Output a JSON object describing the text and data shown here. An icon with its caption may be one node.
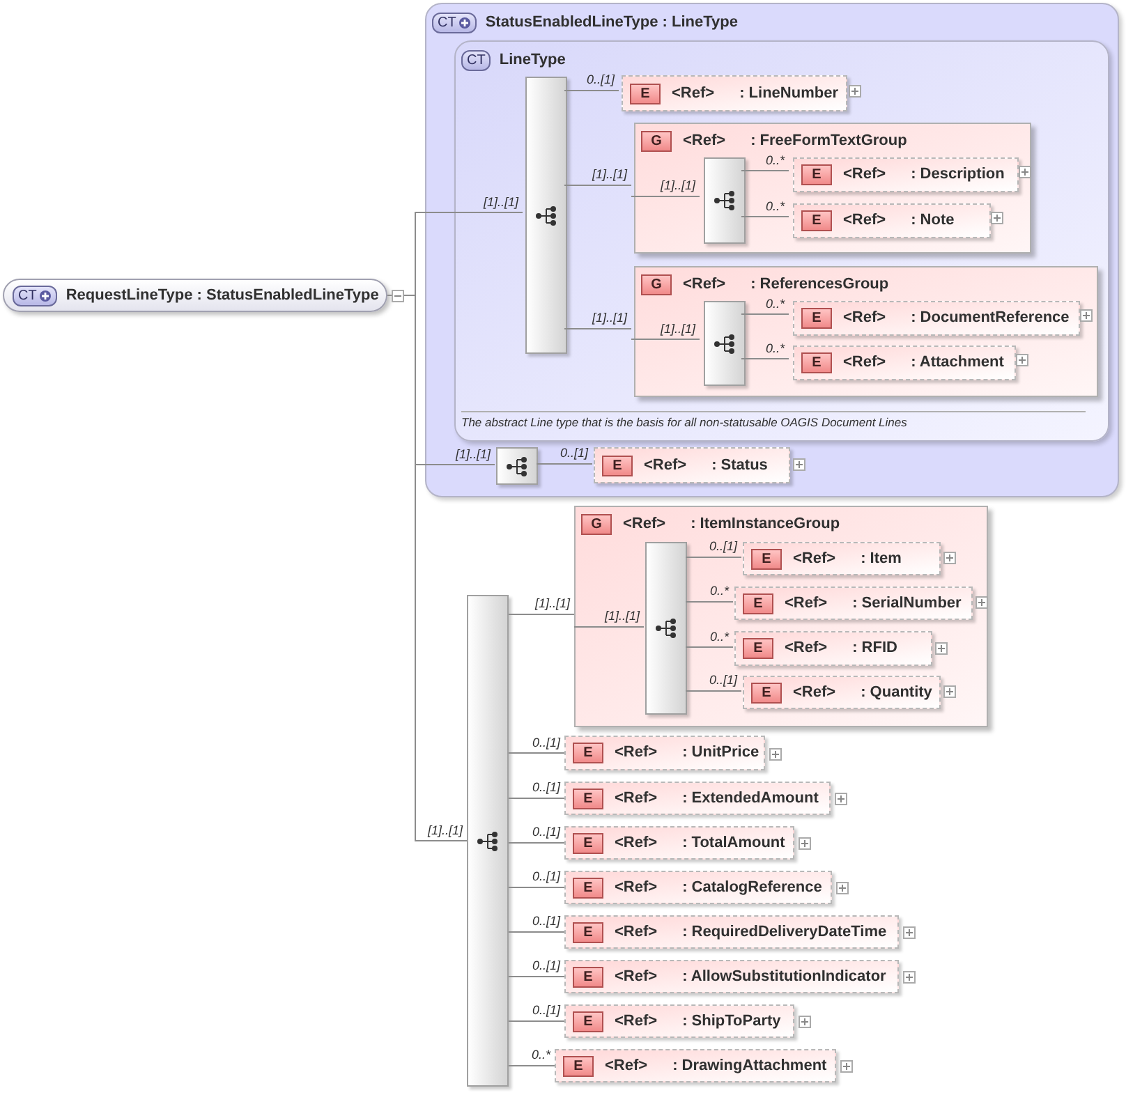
{
  "diagram": {
    "nodes": [
      {
        "text": [
          "CT",
          "RequestLineType : StatusEnabledLineType"
        ]
      },
      {
        "text": [
          "CT",
          "StatusEnabledLineType : LineType"
        ]
      },
      {
        "text": [
          "CT",
          "LineType",
          "The abstract Line type that is the basis for all non-statusable OAGIS Document Lines"
        ],
        "in": 1
      },
      {
        "text": [],
        "shape": "box",
        "in": 2
      },
      {
        "text": [
          "E",
          "<Ref>",
          ": LineNumber"
        ],
        "in": 2
      },
      {
        "text": [
          "G",
          "<Ref>",
          ": FreeFormTextGroup"
        ],
        "in": 2
      },
      {
        "text": [],
        "shape": "box",
        "in": 5
      },
      {
        "text": [
          "E",
          "<Ref>",
          ": Description"
        ],
        "in": 5
      },
      {
        "text": [
          "E",
          "<Ref>",
          ": Note"
        ],
        "in": 5
      },
      {
        "text": [
          "G",
          "<Ref>",
          ": ReferencesGroup"
        ],
        "in": 2
      },
      {
        "text": [],
        "shape": "box",
        "in": 9
      },
      {
        "text": [
          "E",
          "<Ref>",
          ": DocumentReference"
        ],
        "in": 9
      },
      {
        "text": [
          "E",
          "<Ref>",
          ": Attachment"
        ],
        "in": 9
      },
      {
        "text": [],
        "shape": "box",
        "in": 1
      },
      {
        "text": [
          "E",
          "<Ref>",
          ": Status"
        ],
        "in": 1
      },
      {
        "text": [],
        "shape": "box"
      },
      {
        "text": [
          "G",
          "<Ref>",
          ": ItemInstanceGroup"
        ]
      },
      {
        "text": [],
        "shape": "box",
        "in": 16
      },
      {
        "text": [
          "E",
          "<Ref>",
          ": Item"
        ],
        "in": 16
      },
      {
        "text": [
          "E",
          "<Ref>",
          ": SerialNumber"
        ],
        "in": 16
      },
      {
        "text": [
          "E",
          "<Ref>",
          ": RFID"
        ],
        "in": 16
      },
      {
        "text": [
          "E",
          "<Ref>",
          ": Quantity"
        ],
        "in": 16
      },
      {
        "text": [
          "E",
          "<Ref>",
          ": UnitPrice"
        ]
      },
      {
        "text": [
          "E",
          "<Ref>",
          ": ExtendedAmount"
        ]
      },
      {
        "text": [
          "E",
          "<Ref>",
          ": TotalAmount"
        ]
      },
      {
        "text": [
          "E",
          "<Ref>",
          ": CatalogReference"
        ]
      },
      {
        "text": [
          "E",
          "<Ref>",
          ": RequiredDeliveryDateTime"
        ]
      },
      {
        "text": [
          "E",
          "<Ref>",
          ": AllowSubstitutionIndicator"
        ]
      },
      {
        "text": [
          "E",
          "<Ref>",
          ": ShipToParty"
        ]
      },
      {
        "text": [
          "E",
          "<Ref>",
          ": DrawingAttachment"
        ]
      }
    ],
    "edges": [
      {
        "from": 0,
        "to": 3,
        "arrow": "none",
        "label": "[1]..[1]"
      },
      {
        "from": 3,
        "to": 4,
        "arrow": "none",
        "label": "0..[1]"
      },
      {
        "from": 3,
        "to": 5,
        "arrow": "none",
        "label": "[1]..[1]"
      },
      {
        "from": 5,
        "to": 6,
        "arrow": "none",
        "label": "[1]..[1]"
      },
      {
        "from": 6,
        "to": 7,
        "arrow": "none",
        "label": "0..*"
      },
      {
        "from": 6,
        "to": 8,
        "arrow": "none",
        "label": "0..*"
      },
      {
        "from": 3,
        "to": 9,
        "arrow": "none",
        "label": "[1]..[1]"
      },
      {
        "from": 9,
        "to": 10,
        "arrow": "none",
        "label": "[1]..[1]"
      },
      {
        "from": 10,
        "to": 11,
        "arrow": "none",
        "label": "0..*"
      },
      {
        "from": 10,
        "to": 12,
        "arrow": "none",
        "label": "0..*"
      },
      {
        "from": 0,
        "to": 13,
        "arrow": "none",
        "label": "[1]..[1]"
      },
      {
        "from": 13,
        "to": 14,
        "arrow": "none",
        "label": "0..[1]"
      },
      {
        "from": 0,
        "to": 15,
        "arrow": "none",
        "label": "[1]..[1]"
      },
      {
        "from": 15,
        "to": 16,
        "arrow": "none",
        "label": "[1]..[1]"
      },
      {
        "from": 16,
        "to": 17,
        "arrow": "none",
        "label": "[1]..[1]"
      },
      {
        "from": 17,
        "to": 18,
        "arrow": "none",
        "label": "0..[1]"
      },
      {
        "from": 17,
        "to": 19,
        "arrow": "none",
        "label": "0..*"
      },
      {
        "from": 17,
        "to": 20,
        "arrow": "none",
        "label": "0..*"
      },
      {
        "from": 17,
        "to": 21,
        "arrow": "none",
        "label": "0..[1]"
      },
      {
        "from": 15,
        "to": 22,
        "arrow": "none",
        "label": "0..[1]"
      },
      {
        "from": 15,
        "to": 23,
        "arrow": "none",
        "label": "0..[1]"
      },
      {
        "from": 15,
        "to": 24,
        "arrow": "none",
        "label": "0..[1]"
      },
      {
        "from": 15,
        "to": 25,
        "arrow": "none",
        "label": "0..[1]"
      },
      {
        "from": 15,
        "to": 26,
        "arrow": "none",
        "label": "0..[1]"
      },
      {
        "from": 15,
        "to": 27,
        "arrow": "none",
        "label": "0..[1]"
      },
      {
        "from": 15,
        "to": 28,
        "arrow": "none",
        "label": "0..[1]"
      },
      {
        "from": 15,
        "to": 29,
        "arrow": "none",
        "label": "0..*"
      }
    ]
  }
}
